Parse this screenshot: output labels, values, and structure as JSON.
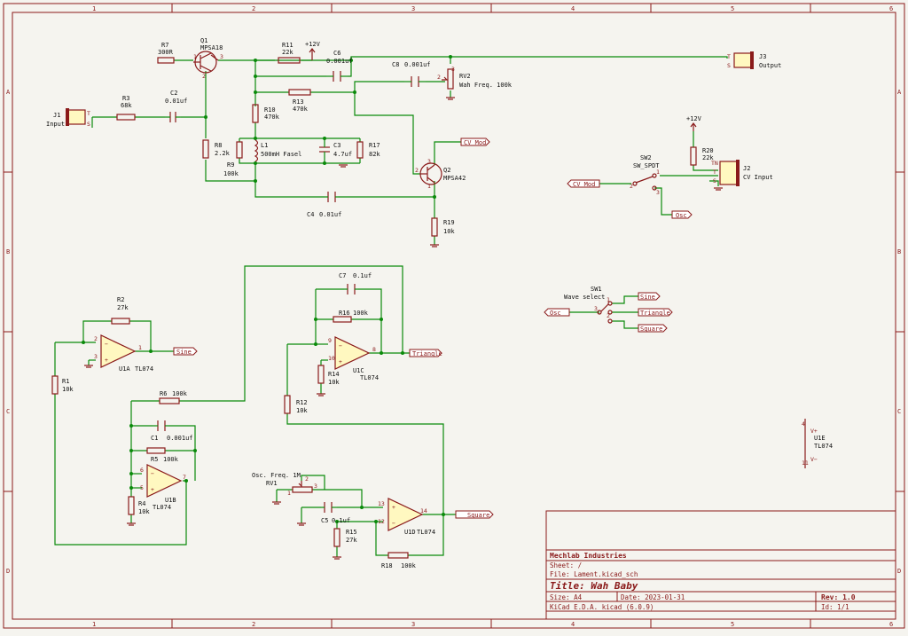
{
  "grid": {
    "columns": [
      "1",
      "2",
      "3",
      "4",
      "5",
      "6"
    ],
    "rows": [
      "A",
      "B",
      "C",
      "D"
    ]
  },
  "title_block": {
    "company": "Mechlab Industries",
    "sheet": "Sheet: /",
    "file": "File: Lament.kicad_sch",
    "title": "Title: Wah Baby",
    "size": "Size: A4",
    "date": "Date: 2023-01-31",
    "rev": "Rev: 1.0",
    "tool": "KiCad E.D.A.  kicad (6.0.9)",
    "id": "Id: 1/1"
  },
  "components": {
    "R7": {
      "ref": "R7",
      "value": "300R"
    },
    "Q1": {
      "ref": "Q1",
      "value": "MPSA18"
    },
    "R11": {
      "ref": "R11",
      "value": "22k"
    },
    "C6": {
      "ref": "C6",
      "value": "0.001uf"
    },
    "C8": {
      "ref": "C8",
      "value": "0.001uf"
    },
    "RV2": {
      "ref": "RV2",
      "value": "Wah Freq. 100k"
    },
    "J3": {
      "ref": "J3",
      "value": "Output"
    },
    "R3": {
      "ref": "R3",
      "value": "68k"
    },
    "C2": {
      "ref": "C2",
      "value": "0.01uf"
    },
    "J1": {
      "ref": "J1",
      "value": "Input"
    },
    "R10": {
      "ref": "R10",
      "value": "470k"
    },
    "R13": {
      "ref": "R13",
      "value": "470k"
    },
    "R8": {
      "ref": "R8",
      "value": "2.2k"
    },
    "L1": {
      "ref": "L1",
      "value": "500mH Fasel"
    },
    "C3": {
      "ref": "C3",
      "value": "4.7uf"
    },
    "R17": {
      "ref": "R17",
      "value": "82k"
    },
    "R9": {
      "ref": "R9",
      "value": "100k"
    },
    "Q2": {
      "ref": "Q2",
      "value": "MPSA42"
    },
    "C4": {
      "ref": "C4",
      "value": "0.01uf"
    },
    "R19": {
      "ref": "R19",
      "value": "10k"
    },
    "R20": {
      "ref": "R20",
      "value": "22k"
    },
    "J2": {
      "ref": "J2",
      "value": "CV Input"
    },
    "SW2": {
      "ref": "SW2",
      "value": "SW_SPDT"
    },
    "SW1": {
      "ref": "SW1",
      "value": "Wave select"
    },
    "R2": {
      "ref": "R2",
      "value": "27k"
    },
    "U1A": {
      "ref": "U1A",
      "value": "TL074"
    },
    "R1": {
      "ref": "R1",
      "value": "10k"
    },
    "C7": {
      "ref": "C7",
      "value": "0.1uf"
    },
    "R16": {
      "ref": "R16",
      "value": "100k"
    },
    "U1C": {
      "ref": "U1C",
      "value": "TL074"
    },
    "R14": {
      "ref": "R14",
      "value": "10k"
    },
    "R12": {
      "ref": "R12",
      "value": "10k"
    },
    "R6": {
      "ref": "R6",
      "value": "100k"
    },
    "C1": {
      "ref": "C1",
      "value": "0.001uf"
    },
    "R5": {
      "ref": "R5",
      "value": "100k"
    },
    "U1B": {
      "ref": "U1B",
      "value": "TL074"
    },
    "R4": {
      "ref": "R4",
      "value": "10k"
    },
    "RV1": {
      "ref": "RV1",
      "value": "Osc. Freq. 1M"
    },
    "C5": {
      "ref": "C5",
      "value": "0.1uf"
    },
    "R15": {
      "ref": "R15",
      "value": "27k"
    },
    "U1D": {
      "ref": "U1D",
      "value": "TL074"
    },
    "R18": {
      "ref": "R18",
      "value": "100k"
    },
    "U1E": {
      "ref": "U1E",
      "value": "TL074"
    }
  },
  "power": {
    "v12a": "+12V",
    "v12b": "+12V"
  },
  "nets": {
    "cv_mod_a": "CV Mod",
    "cv_mod_b": "CV Mod",
    "osc_a": "Osc",
    "osc_b": "Osc",
    "sine_a": "Sine",
    "sine_b": "Sine",
    "triangle_a": "Triangle",
    "triangle_b": "Triangle",
    "square_a": "Square",
    "square_b": "Square"
  }
}
